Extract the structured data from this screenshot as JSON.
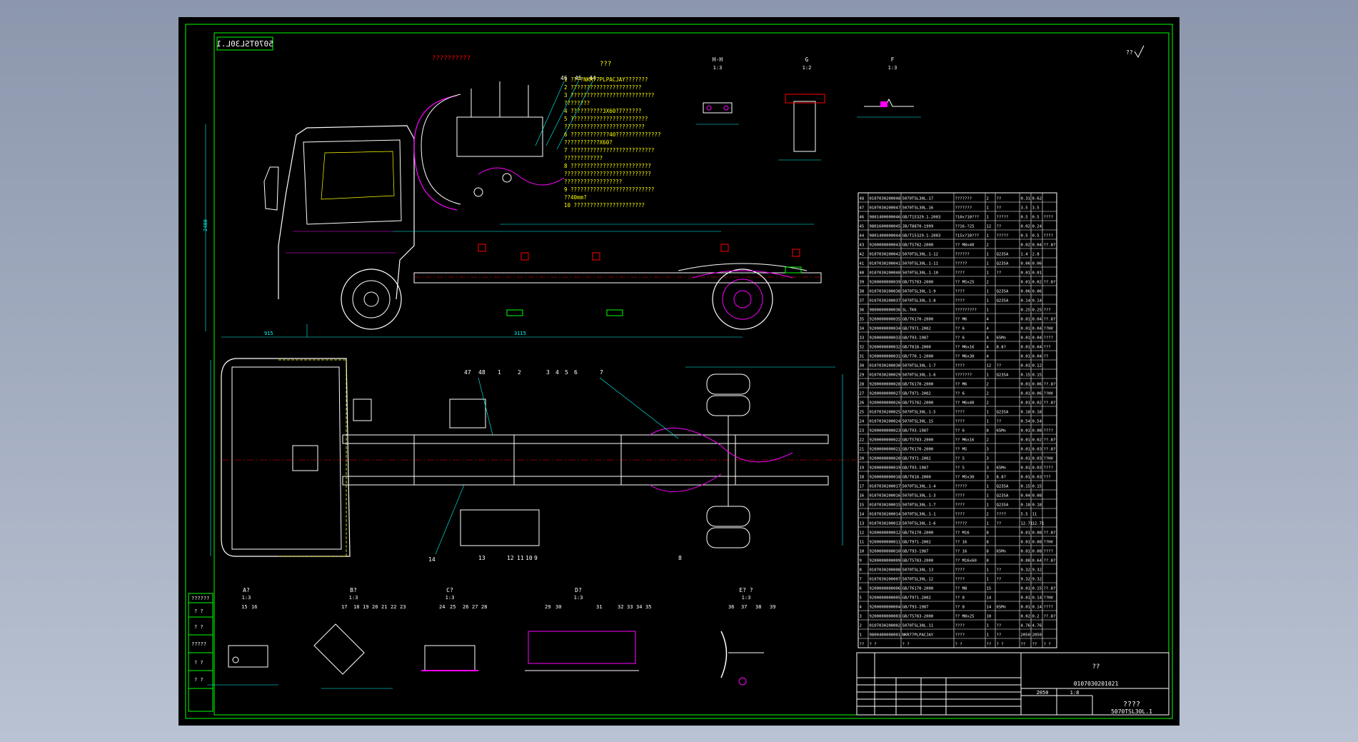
{
  "colors": {
    "background": "#000000",
    "frame": "#00ff00",
    "dimension": "#00ffff",
    "outline": "#ffffff",
    "hidden": "#ffff00",
    "annotation": "#ff0000",
    "pipe": "#ff00ff"
  },
  "title_block": {
    "drawing_number_mirror": "5070TSL30L.1",
    "drawing_number": "5070TSL30L.1",
    "part_code": "0107030201021",
    "name": "????",
    "scale_label": "??",
    "scale_value": "1:8",
    "weight": "2050",
    "corner_mark": "??"
  },
  "top_labels": {
    "wiring_title": "??????????",
    "notes_title": "???",
    "callout_46": "46",
    "callout_45": "45",
    "callout_44": "44"
  },
  "notes": [
    "1 ????NKR77PLPACJAY???????",
    "2 ??????????????????????",
    "3 ??????????????????????????",
    "  ????????",
    "4 ??????????3X60?7??????",
    "5 ????????????????????????",
    "  ?????????????????????????",
    "6 ????????????40??????????????",
    "  ???????????X60?",
    "7 ??????????????????????????",
    "  ????????????",
    "8 ?????????????????????????",
    "  ???????????????????????????",
    "  ??????????????????",
    "9 ??????????????????????????",
    "  ??40mm?",
    "10 ??????????????????????"
  ],
  "section_views_top": [
    {
      "title": "H-H",
      "scale": "1:3"
    },
    {
      "title": "G",
      "scale": "1:2"
    },
    {
      "title": "F",
      "scale": "1:3"
    }
  ],
  "section_views_bottom": [
    {
      "title": "A?",
      "scale": "1:3"
    },
    {
      "title": "B?",
      "scale": "1:3"
    },
    {
      "title": "C?",
      "scale": "1:3"
    },
    {
      "title": "D?",
      "scale": "1:3"
    },
    {
      "title": "E? ?",
      "scale": "1:3"
    }
  ],
  "bottom_callouts": [
    "15",
    "16",
    "17",
    "18",
    "19",
    "20",
    "21",
    "22",
    "23",
    "24",
    "25",
    "26",
    "27",
    "28",
    "29",
    "30",
    "31",
    "32",
    "33",
    "34",
    "35",
    "36",
    "37",
    "38",
    "39"
  ],
  "plan_callouts": [
    "47",
    "48",
    "1",
    "2",
    "3",
    "4",
    "5",
    "6",
    "7",
    "8",
    "9",
    "10",
    "11",
    "12",
    "13",
    "14"
  ],
  "left_revision_strip": [
    "??????",
    "? ?",
    "? ?",
    "?????",
    "? ?",
    "? ?"
  ],
  "bom_rows": [
    [
      "48",
      "0107030200048",
      "5070TSL30L.17",
      "???????",
      "2",
      "??",
      "0.31",
      "0.62",
      ""
    ],
    [
      "47",
      "0107030200047",
      "5070TSL30L.16",
      "???????",
      "1",
      "??",
      "3.5",
      "3.5",
      ""
    ],
    [
      "46",
      "9801400000046",
      "GB/T15329.1-2003",
      "?10x?10???",
      "1",
      "?????",
      "0.5",
      "0.5",
      "????"
    ],
    [
      "45",
      "9801600000045",
      "JB/T8870-1999",
      "??16-?25",
      "12",
      "??",
      "0.02",
      "0.24",
      ""
    ],
    [
      "44",
      "9801400000044",
      "GB/T15329.1-2003",
      "?15x?10???",
      "1",
      "?????",
      "0.5",
      "0.5",
      "????"
    ],
    [
      "43",
      "9200000000043",
      "GB/T5782-2000",
      "?? M8x40",
      "2",
      "",
      "0.02",
      "0.04",
      "??.8?"
    ],
    [
      "42",
      "0107030200042",
      "5070TSL30L.1-12",
      "??????",
      "1",
      "Q235A",
      "1.4",
      "2.8",
      ""
    ],
    [
      "41",
      "0107030200041",
      "5070TSL30L.1-11",
      "?????",
      "1",
      "Q235A",
      "0.06",
      "0.06",
      ""
    ],
    [
      "40",
      "0107030200040",
      "5070TSL30L.1-10",
      "????",
      "1",
      "??",
      "0.01",
      "0.01",
      ""
    ],
    [
      "39",
      "9200000000039",
      "GB/T5783-2000",
      "?? M5x25",
      "2",
      "",
      "0.01",
      "0.02",
      "??.8?"
    ],
    [
      "38",
      "0107030200038",
      "5070TSL30L.1-9",
      "????",
      "1",
      "Q235A",
      "0.06",
      "0.06",
      ""
    ],
    [
      "37",
      "0107030200037",
      "5070TSL30L.1-8",
      "????",
      "1",
      "Q235A",
      "0.14",
      "0.14",
      ""
    ],
    [
      "36",
      "9800000000036",
      "SL-TK6",
      "?????????",
      "1",
      "",
      "0.25",
      "0.25",
      "???"
    ],
    [
      "35",
      "9200000000035",
      "GB/T6170-2000",
      "?? M6",
      "4",
      "",
      "0.01",
      "0.04",
      "??.8?"
    ],
    [
      "34",
      "9200000000034",
      "GB/T971-2002",
      "?? 6",
      "4",
      "",
      "0.01",
      "0.04",
      "??HV"
    ],
    [
      "33",
      "9200000000033",
      "GB/T93-1987",
      "?? 6",
      "4",
      "65Mn",
      "0.01",
      "0.04",
      "????"
    ],
    [
      "32",
      "9200000000032",
      "GB/T818-2000",
      "?? M6x16",
      "4",
      "8.8?",
      "0.01",
      "0.04",
      "???"
    ],
    [
      "31",
      "9200000000031",
      "GB/T70.1-2000",
      "?? M6x30",
      "4",
      "",
      "0.01",
      "0.04",
      "??"
    ],
    [
      "30",
      "0107030200030",
      "5070TSL30L.1-7",
      "????",
      "12",
      "??",
      "0.01",
      "0.12",
      ""
    ],
    [
      "29",
      "0107030200029",
      "5070TSL30L.1-6",
      "???????",
      "1",
      "Q235A",
      "0.15",
      "0.15",
      ""
    ],
    [
      "28",
      "9200000000028",
      "GB/T6170-2000",
      "?? M6",
      "2",
      "",
      "0.01",
      "0.06",
      "??.8?"
    ],
    [
      "27",
      "9200000000027",
      "GB/T971-2002",
      "?? 6",
      "2",
      "",
      "0.01",
      "0.06",
      "??HV"
    ],
    [
      "26",
      "9200000000026",
      "GB/T5782-2000",
      "?? M6x40",
      "2",
      "",
      "0.01",
      "0.02",
      "??.8?"
    ],
    [
      "25",
      "0107030200025",
      "5070TSL30L.1-5",
      "????",
      "1",
      "Q235A",
      "0.18",
      "0.18",
      ""
    ],
    [
      "24",
      "0107030200024",
      "5070TSL30L.15",
      "????",
      "1",
      "??",
      "0.54",
      "0.54",
      ""
    ],
    [
      "23",
      "9200000000023",
      "GB/T93-1987",
      "?? 6",
      "8",
      "65Mn",
      "0.01",
      "0.08",
      "????"
    ],
    [
      "22",
      "9200000000022",
      "GB/T5783-2000",
      "?? M6x16",
      "2",
      "",
      "0.01",
      "0.02",
      "??.8?"
    ],
    [
      "21",
      "9200000000021",
      "GB/T6170-2000",
      "?? M5",
      "3",
      "",
      "0.01",
      "0.03",
      "??.8?"
    ],
    [
      "20",
      "9200000000020",
      "GB/T971-2002",
      "?? 5",
      "3",
      "",
      "0.01",
      "0.03",
      "??HV"
    ],
    [
      "19",
      "9200000000019",
      "GB/T93-1987",
      "?? 5",
      "3",
      "65Mn",
      "0.01",
      "0.03",
      "????"
    ],
    [
      "18",
      "9200000000018",
      "GB/T818-2000",
      "?? M5x30",
      "3",
      "8.8?",
      "0.01",
      "0.03",
      "???"
    ],
    [
      "17",
      "0107030200017",
      "5070TSL30L.1-4",
      "?????",
      "1",
      "Q235A",
      "0.15",
      "0.15",
      ""
    ],
    [
      "16",
      "0107030200016",
      "5070TSL30L.1-3",
      "????",
      "1",
      "Q235A",
      "0.04",
      "0.08",
      ""
    ],
    [
      "15",
      "0107030200015",
      "5070TSL30L.1-7",
      "????",
      "1",
      "Q235A",
      "0.18",
      "0.18",
      ""
    ],
    [
      "14",
      "0107030200014",
      "5070TSL30L.1-1",
      "????",
      "2",
      "????",
      "5.5",
      "11",
      ""
    ],
    [
      "13",
      "0107030200013",
      "5070TSL30L.1-6",
      "?????",
      "1",
      "??",
      "12.71",
      "12.71",
      ""
    ],
    [
      "12",
      "9200000000012",
      "GB/T6170-2000",
      "?? M16",
      "8",
      "",
      "0.01",
      "0.08",
      "??.8?"
    ],
    [
      "11",
      "9200000000011",
      "GB/T971-2002",
      "?? 16",
      "8",
      "",
      "0.01",
      "0.08",
      "??HV"
    ],
    [
      "10",
      "9200000000010",
      "GB/T93-1987",
      "?? 16",
      "8",
      "65Mn",
      "0.01",
      "0.08",
      "????"
    ],
    [
      "9",
      "9200000000009",
      "GB/T5783-2000",
      "?? M16x60",
      "8",
      "",
      "0.08",
      "0.64",
      "??.8?"
    ],
    [
      "8",
      "0107030200008",
      "5070TSL30L.13",
      "????",
      "1",
      "??",
      "9.32",
      "9.32",
      ""
    ],
    [
      "7",
      "0107030200007",
      "5070TSL30L.12",
      "????",
      "1",
      "??",
      "9.32",
      "9.32",
      ""
    ],
    [
      "6",
      "9200000000006",
      "GB/T6170-2000",
      "?? M8",
      "15",
      "",
      "0.01",
      "0.15",
      "??.8?"
    ],
    [
      "5",
      "9200000000005",
      "GB/T971-2002",
      "?? 8",
      "14",
      "",
      "0.01",
      "0.14",
      "??HV"
    ],
    [
      "4",
      "9200000000004",
      "GB/T93-1987",
      "?? 8",
      "14",
      "65Mn",
      "0.01",
      "0.14",
      "????"
    ],
    [
      "3",
      "9200000000003",
      "GB/T5783-2000",
      "?? M8x25",
      "10",
      "",
      "0.02",
      "0.2",
      "??.8?"
    ],
    [
      "2",
      "0107030200002",
      "5070TSL30L.11",
      "????",
      "1",
      "??",
      "4.76",
      "4.76",
      ""
    ],
    [
      "1",
      "9800400000001",
      "NKR77PLPACJAY",
      "????",
      "1",
      "??",
      "2050",
      "2050",
      ""
    ]
  ],
  "bom_header": [
    "??",
    "? ?",
    "? ?",
    "? ?",
    "??",
    "? ?",
    "??",
    "??",
    "? ?"
  ]
}
